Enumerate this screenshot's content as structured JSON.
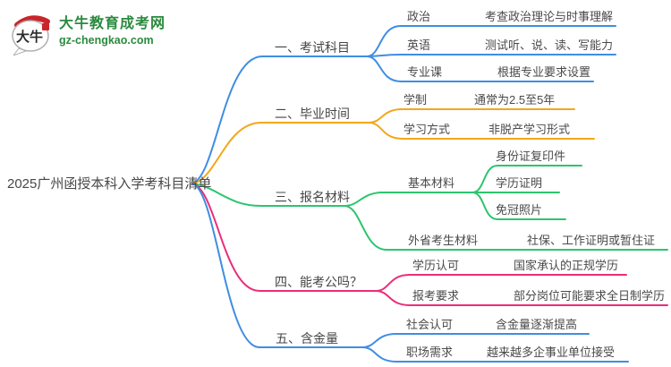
{
  "logo": {
    "site_name": "大牛教育成考网",
    "site_url": "gz-chengkao.com",
    "icon_text": "大牛"
  },
  "colors": {
    "branch1": "#3e8ee3",
    "branch2": "#f2a71b",
    "branch3": "#2cc56e",
    "branch4": "#ec2d7a",
    "branch5": "#3e8ee3",
    "text": "#4a4a4a",
    "logo_green": "#2b8a3e",
    "logo_red": "#c9252b"
  },
  "mindmap": {
    "root": "2025广州函授本科入学考科目清单",
    "branches": [
      {
        "label": "一、考试科目",
        "children": [
          {
            "label": "政治",
            "children": [
              {
                "label": "考查政治理论与时事理解"
              }
            ]
          },
          {
            "label": "英语",
            "children": [
              {
                "label": "测试听、说、读、写能力"
              }
            ]
          },
          {
            "label": "专业课",
            "children": [
              {
                "label": "根据专业要求设置"
              }
            ]
          }
        ]
      },
      {
        "label": "二、毕业时间",
        "children": [
          {
            "label": "学制",
            "children": [
              {
                "label": "通常为2.5至5年"
              }
            ]
          },
          {
            "label": "学习方式",
            "children": [
              {
                "label": "非脱产学习形式"
              }
            ]
          }
        ]
      },
      {
        "label": "三、报名材料",
        "children": [
          {
            "label": "基本材料",
            "children": [
              {
                "label": "身份证复印件"
              },
              {
                "label": "学历证明"
              },
              {
                "label": "免冠照片"
              }
            ]
          },
          {
            "label": "外省考生材料",
            "children": [
              {
                "label": "社保、工作证明或暂住证"
              }
            ]
          }
        ]
      },
      {
        "label": "四、能考公吗？",
        "children": [
          {
            "label": "学历认可",
            "children": [
              {
                "label": "国家承认的正规学历"
              }
            ]
          },
          {
            "label": "报考要求",
            "children": [
              {
                "label": "部分岗位可能要求全日制学历"
              }
            ]
          }
        ]
      },
      {
        "label": "五、含金量",
        "children": [
          {
            "label": "社会认可",
            "children": [
              {
                "label": "含金量逐渐提高"
              }
            ]
          },
          {
            "label": "职场需求",
            "children": [
              {
                "label": "越来越多企事业单位接受"
              }
            ]
          }
        ]
      }
    ]
  }
}
